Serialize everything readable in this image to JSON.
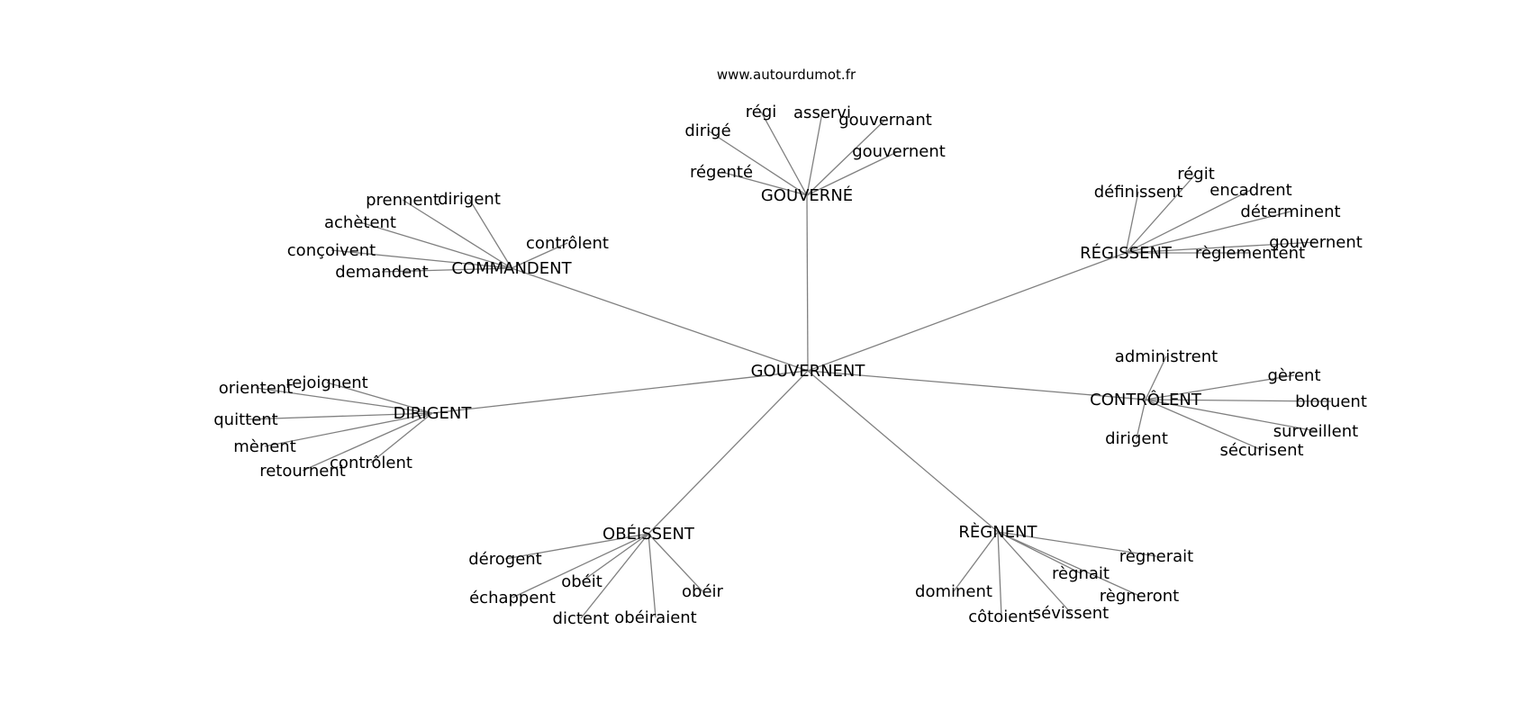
{
  "site": "www.autourdumot.fr",
  "root": "GOUVERNENT",
  "branches": [
    {
      "label": "GOUVERNÉ",
      "children": [
        "dirigé",
        "régi",
        "asservi",
        "gouvernant",
        "gouvernent",
        "régenté"
      ]
    },
    {
      "label": "COMMANDENT",
      "children": [
        "prennent",
        "dirigent",
        "achètent",
        "contrôlent",
        "conçoivent",
        "demandent"
      ]
    },
    {
      "label": "RÉGISSENT",
      "children": [
        "régit",
        "définissent",
        "encadrent",
        "déterminent",
        "gouvernent",
        "règlementent"
      ]
    },
    {
      "label": "DIRIGENT",
      "children": [
        "rejoignent",
        "orientent",
        "quittent",
        "mènent",
        "contrôlent",
        "retournent"
      ]
    },
    {
      "label": "CONTRÔLENT",
      "children": [
        "administrent",
        "gèrent",
        "bloquent",
        "surveillent",
        "dirigent",
        "sécurisent"
      ]
    },
    {
      "label": "OBÉISSENT",
      "children": [
        "dérogent",
        "obéit",
        "échappent",
        "obéir",
        "dictent",
        "obéiraient"
      ]
    },
    {
      "label": "RÈGNENT",
      "children": [
        "règnerait",
        "règnait",
        "règneront",
        "dominent",
        "côtoient",
        "sévissent"
      ]
    }
  ]
}
